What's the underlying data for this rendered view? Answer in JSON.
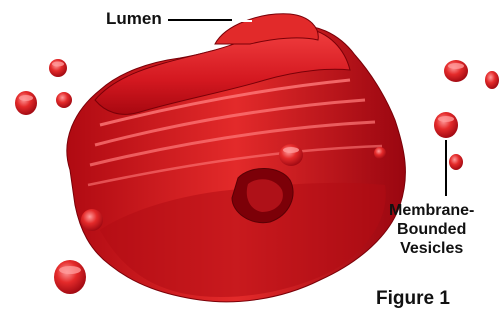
{
  "labels": {
    "lumen": "Lumen",
    "vesicles_line1": "Membrane-",
    "vesicles_line2": "Bounded",
    "vesicles_line3": "Vesicles",
    "figure": "Figure 1"
  },
  "colors": {
    "background": "#ffffff",
    "membrane": "#c8101b",
    "membrane_light": "#f03a3a",
    "membrane_dark": "#8a0008",
    "highlight": "#ff8a8a",
    "leader_line": "#000000",
    "text": "#111111"
  },
  "vesicles": [
    {
      "name": "vesicle-top-left"
    },
    {
      "name": "vesicle-left"
    },
    {
      "name": "vesicle-left-2"
    },
    {
      "name": "vesicle-right-top"
    },
    {
      "name": "vesicle-right-edge"
    },
    {
      "name": "vesicle-right-mid"
    },
    {
      "name": "vesicle-right-low"
    },
    {
      "name": "vesicle-bottom-left"
    },
    {
      "name": "vesicle-mid-left"
    },
    {
      "name": "vesicle-center-top"
    },
    {
      "name": "vesicle-center-right"
    }
  ]
}
